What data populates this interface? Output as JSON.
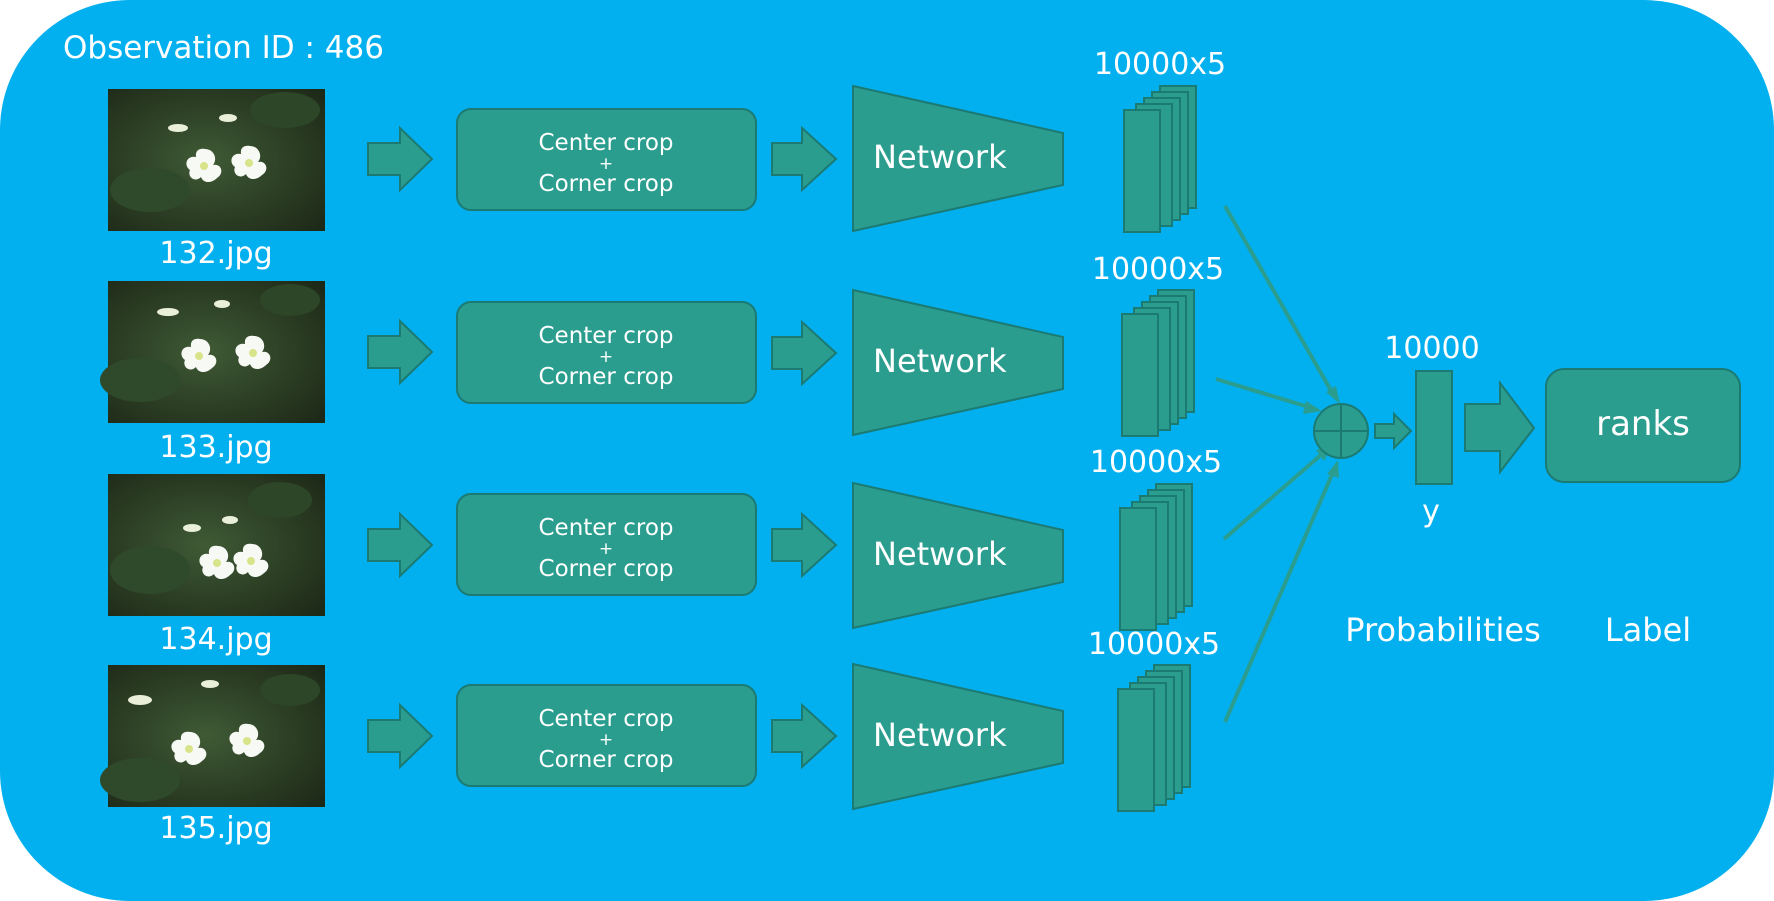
{
  "observation": {
    "label": "Observation ID : 486"
  },
  "rows": [
    {
      "filename": "132.jpg",
      "crop_line1": "Center crop",
      "crop_plus": "+",
      "crop_line2": "Corner crop",
      "network_label": "Network",
      "output_dim": "10000x5"
    },
    {
      "filename": "133.jpg",
      "crop_line1": "Center crop",
      "crop_plus": "+",
      "crop_line2": "Corner crop",
      "network_label": "Network",
      "output_dim": "10000x5"
    },
    {
      "filename": "134.jpg",
      "crop_line1": "Center crop",
      "crop_plus": "+",
      "crop_line2": "Corner crop",
      "network_label": "Network",
      "output_dim": "10000x5"
    },
    {
      "filename": "135.jpg",
      "crop_line1": "Center crop",
      "crop_plus": "+",
      "crop_line2": "Corner crop",
      "network_label": "Network",
      "output_dim": "10000x5"
    }
  ],
  "output": {
    "vector_dim": "10000",
    "vector_name": "y",
    "probabilities_caption": "Probabilities",
    "ranks_label": "ranks",
    "label_caption": "Label"
  },
  "colors": {
    "background": "#03b0ef",
    "shape_fill": "#2a9d8f",
    "text": "#ffffff"
  }
}
